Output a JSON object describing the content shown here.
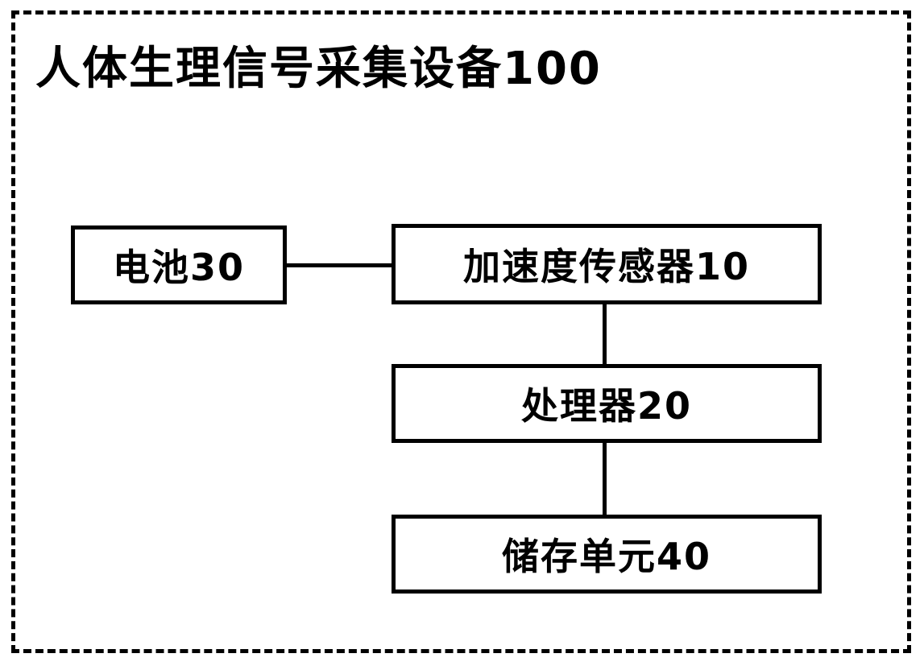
{
  "diagram": {
    "title": "人体生理信号采集设备100",
    "boundary_label": "人体生理信号采集设备100",
    "line_color": "#000000",
    "background_color": "#ffffff",
    "nodes": {
      "battery": {
        "label": "电池30"
      },
      "sensor": {
        "label": "加速度传感器10"
      },
      "processor": {
        "label": "处理器20"
      },
      "storage": {
        "label": "储存单元40"
      }
    },
    "edges": [
      {
        "from": "电池30",
        "to": "加速度传感器10",
        "orientation": "horizontal"
      },
      {
        "from": "加速度传感器10",
        "to": "处理器20",
        "orientation": "vertical"
      },
      {
        "from": "处理器20",
        "to": "储存单元40",
        "orientation": "vertical"
      }
    ]
  }
}
